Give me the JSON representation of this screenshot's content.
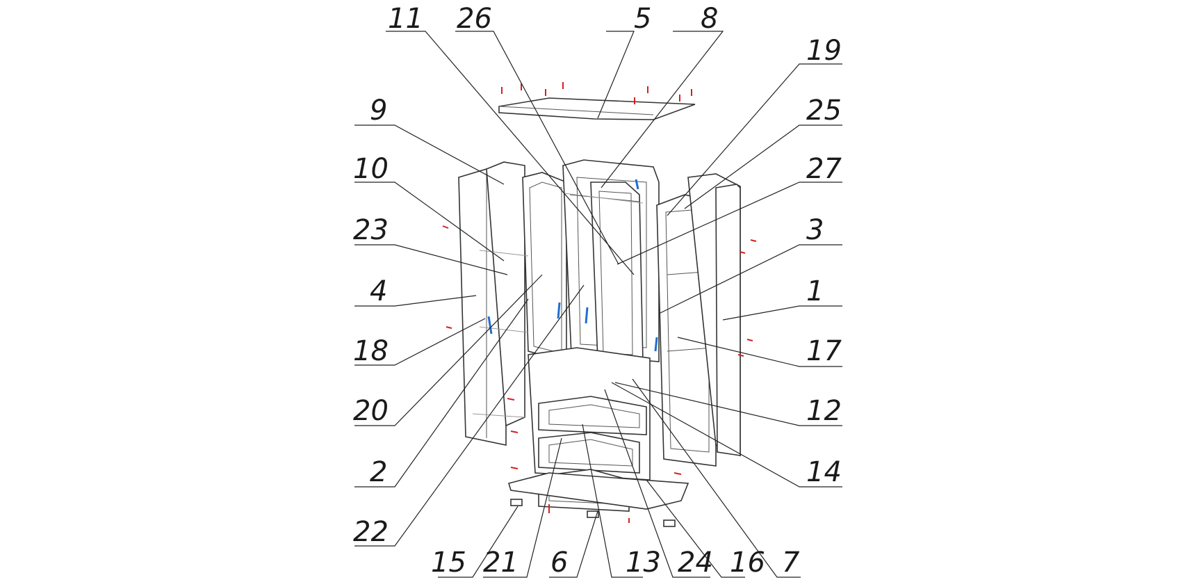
{
  "diagram": {
    "labels_left": [
      "9",
      "10",
      "23",
      "4",
      "18",
      "20",
      "2",
      "22"
    ],
    "labels_right": [
      "19",
      "25",
      "27",
      "3",
      "1",
      "17",
      "12",
      "14"
    ],
    "labels_top": [
      "11",
      "26",
      "5",
      "8"
    ],
    "labels_bottom": [
      "15",
      "21",
      "6",
      "13",
      "24",
      "16",
      "7"
    ]
  },
  "colors": {
    "line": "#333333",
    "screw_red": "#d42020",
    "handle_blue": "#1f6fd1"
  }
}
